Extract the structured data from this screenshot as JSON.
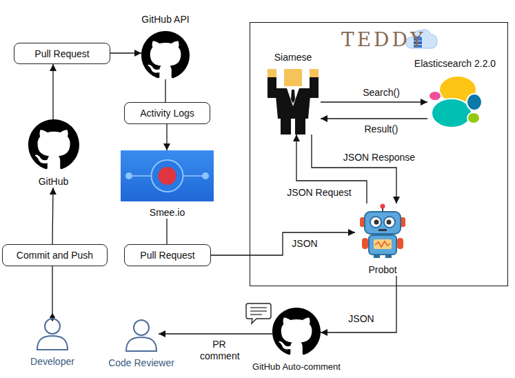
{
  "diagram": {
    "nodes": [
      {
        "text": [
          "Pull Request"
        ]
      },
      {
        "text": [
          "GitHub API"
        ]
      },
      {
        "text": [
          "Activity Logs"
        ]
      },
      {
        "text": [
          "TEDDY"
        ]
      },
      {
        "text": [
          "Siamese"
        ],
        "in": 3
      },
      {
        "text": [
          "Elasticsearch 2.2.0"
        ],
        "in": 3
      },
      {
        "text": [
          "GitHub"
        ]
      },
      {
        "text": [
          "Smee.io"
        ]
      },
      {
        "text": [
          "Probot"
        ],
        "in": 3
      },
      {
        "text": [
          "Commit and Push"
        ]
      },
      {
        "text": [
          "Pull Request"
        ]
      },
      {
        "text": [
          "Developer"
        ]
      },
      {
        "text": [
          "GitHub Auto-comment"
        ]
      },
      {
        "text": [
          "Code Reviewer"
        ]
      }
    ],
    "edges": [
      {
        "from": 11,
        "to": 9,
        "arrow": "none"
      },
      {
        "from": 9,
        "to": 6,
        "arrow": "to"
      },
      {
        "from": 6,
        "to": 0,
        "arrow": "to"
      },
      {
        "from": 0,
        "to": 1,
        "arrow": "to"
      },
      {
        "from": 1,
        "to": 2,
        "arrow": "none"
      },
      {
        "from": 2,
        "to": 7,
        "arrow": "to"
      },
      {
        "from": 7,
        "to": 10,
        "arrow": "none"
      },
      {
        "from": 10,
        "to": 8,
        "label": "JSON",
        "arrow": "to"
      },
      {
        "from": 4,
        "to": 5,
        "label": "Search()",
        "arrow": "to"
      },
      {
        "from": 5,
        "to": 4,
        "label": "Result()",
        "arrow": "to"
      },
      {
        "from": 4,
        "to": 8,
        "label": "JSON Response",
        "arrow": "to"
      },
      {
        "from": 8,
        "to": 4,
        "label": "JSON Request",
        "arrow": "to"
      },
      {
        "from": 8,
        "to": 12,
        "label": "JSON",
        "arrow": "to"
      },
      {
        "from": 12,
        "to": 13,
        "label": "PR comment",
        "arrow": "to"
      }
    ]
  }
}
